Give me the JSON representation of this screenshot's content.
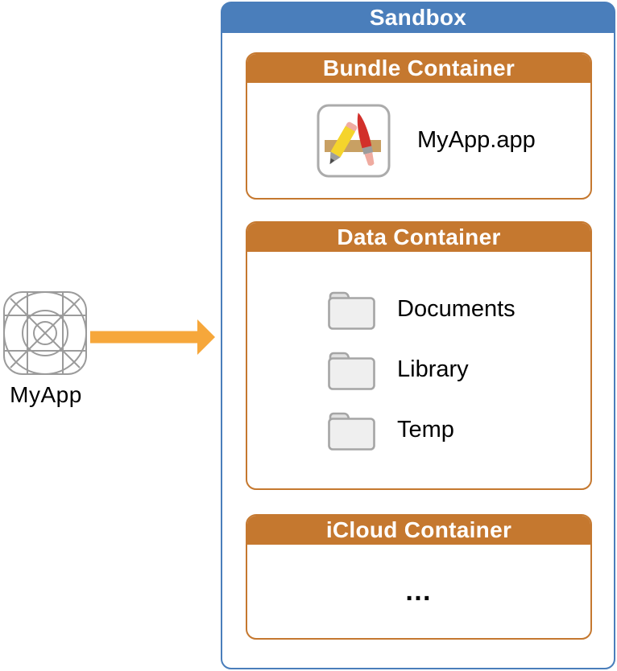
{
  "app_source": {
    "label": "MyApp",
    "icon": "app-wireframe-grid-icon"
  },
  "arrow": {
    "direction": "right",
    "color": "#F6A73B"
  },
  "sandbox": {
    "title": "Sandbox",
    "accent_color": "#4A7EBB",
    "container_accent_color": "#C5782F",
    "bundle_container": {
      "title": "Bundle Container",
      "item": {
        "label": "MyApp.app",
        "icon": "app-store-icon"
      }
    },
    "data_container": {
      "title": "Data Container",
      "folders": [
        {
          "label": "Documents",
          "icon": "folder-icon"
        },
        {
          "label": "Library",
          "icon": "folder-icon"
        },
        {
          "label": "Temp",
          "icon": "folder-icon"
        }
      ]
    },
    "icloud_container": {
      "title": "iCloud Container",
      "ellipsis": "…"
    }
  }
}
